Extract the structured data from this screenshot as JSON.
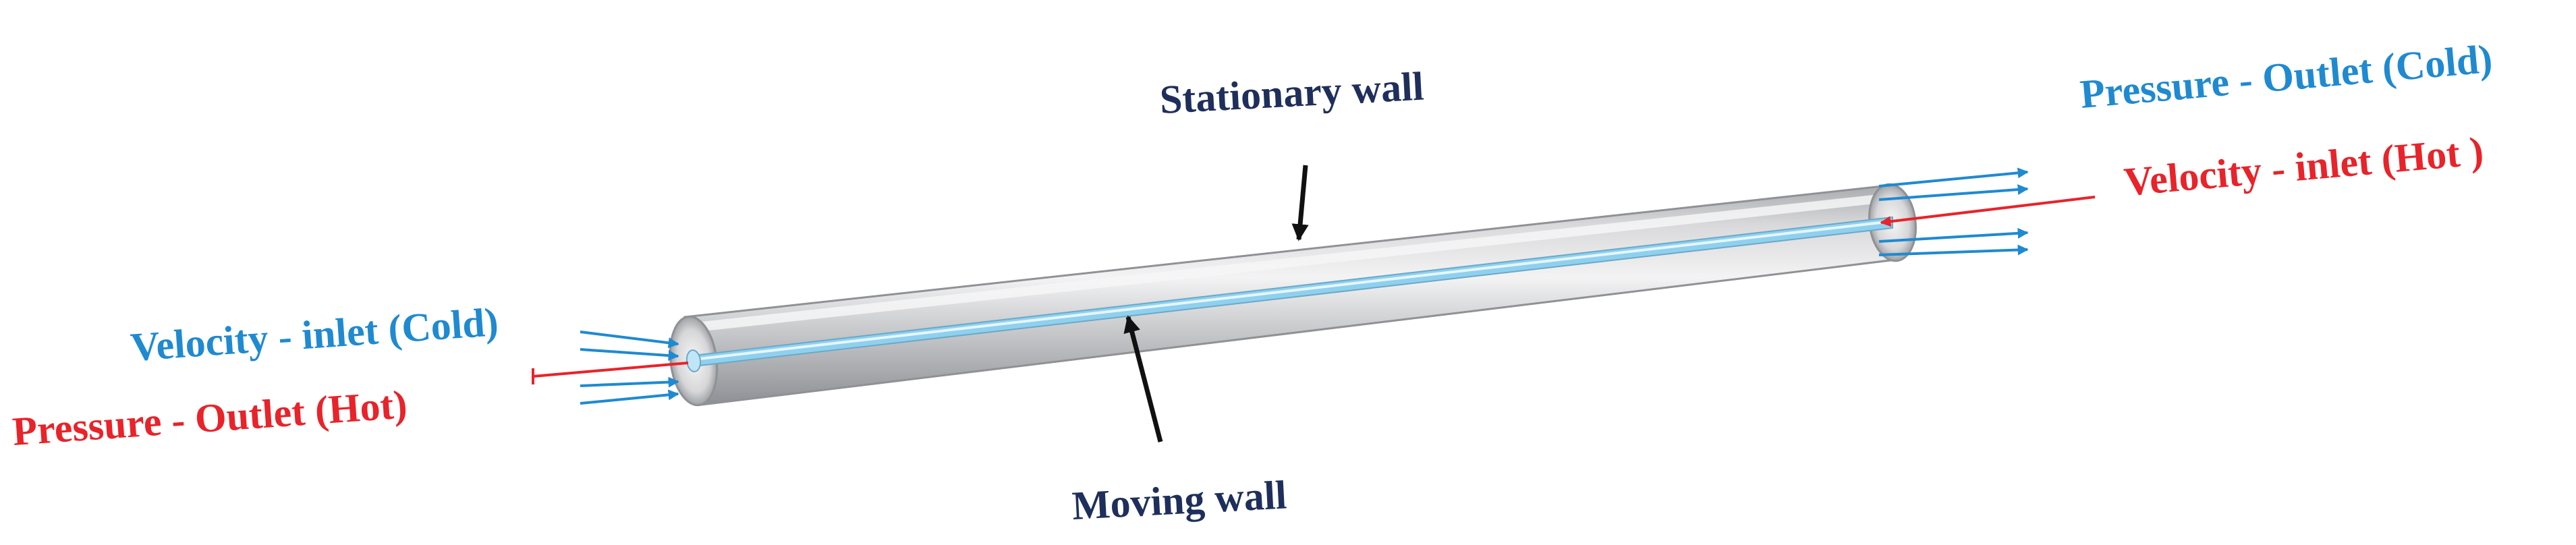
{
  "colors": {
    "cold": "#1f8ad0",
    "hot": "#e8232a",
    "wall_label": "#1f2f5c",
    "pointer": "#111111",
    "tube_body": "#cfcfd1",
    "tube_highlight": "#eeeeee",
    "tube_shadow": "#9c9ea2",
    "inner_core": "#8fd0ee"
  },
  "labels": {
    "stationary_wall": "Stationary wall",
    "moving_wall": "Moving wall",
    "left_cold": "Velocity -  inlet (Cold)",
    "left_hot": "Pressure - Outlet (Hot)",
    "right_cold": "Pressure - Outlet (Cold)",
    "right_hot": "Velocity - inlet (Hot )"
  }
}
